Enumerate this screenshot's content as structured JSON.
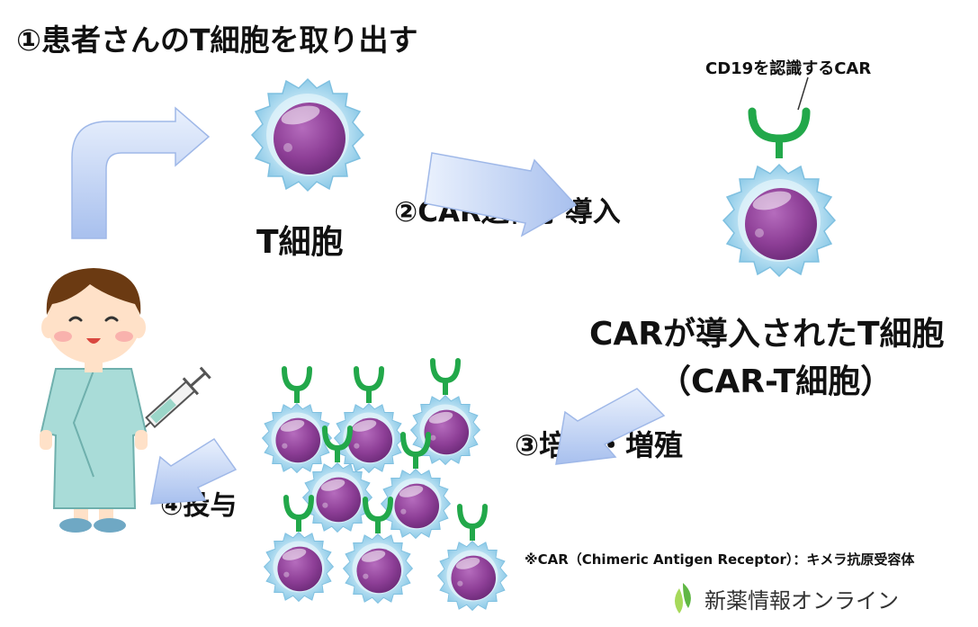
{
  "labels": {
    "step1": "①患者さんのT細胞を取り出す",
    "t_cell": "T細胞",
    "step2": "②CAR遺伝子導入",
    "cd19_car": "CD19を認識するCAR",
    "car_t_line1": "CARが導入されたT細胞",
    "car_t_line2": "（CAR-T細胞）",
    "step3": "③培養・増殖",
    "step4": "④投与",
    "footnote": "※CAR（Chimeric Antigen Receptor）：キメラ抗原受容体"
  },
  "brand": {
    "name": "新薬情報オンライン",
    "icon": "leaf-logo-icon"
  },
  "colors": {
    "cell_body": "#8e3f97",
    "cell_halo": "#a9d8ee",
    "receptor": "#22a84a",
    "arrow": "#b9cdf3",
    "skin": "#ffe1c8",
    "gown": "#a9dcd8",
    "hair": "#6b3a12"
  }
}
